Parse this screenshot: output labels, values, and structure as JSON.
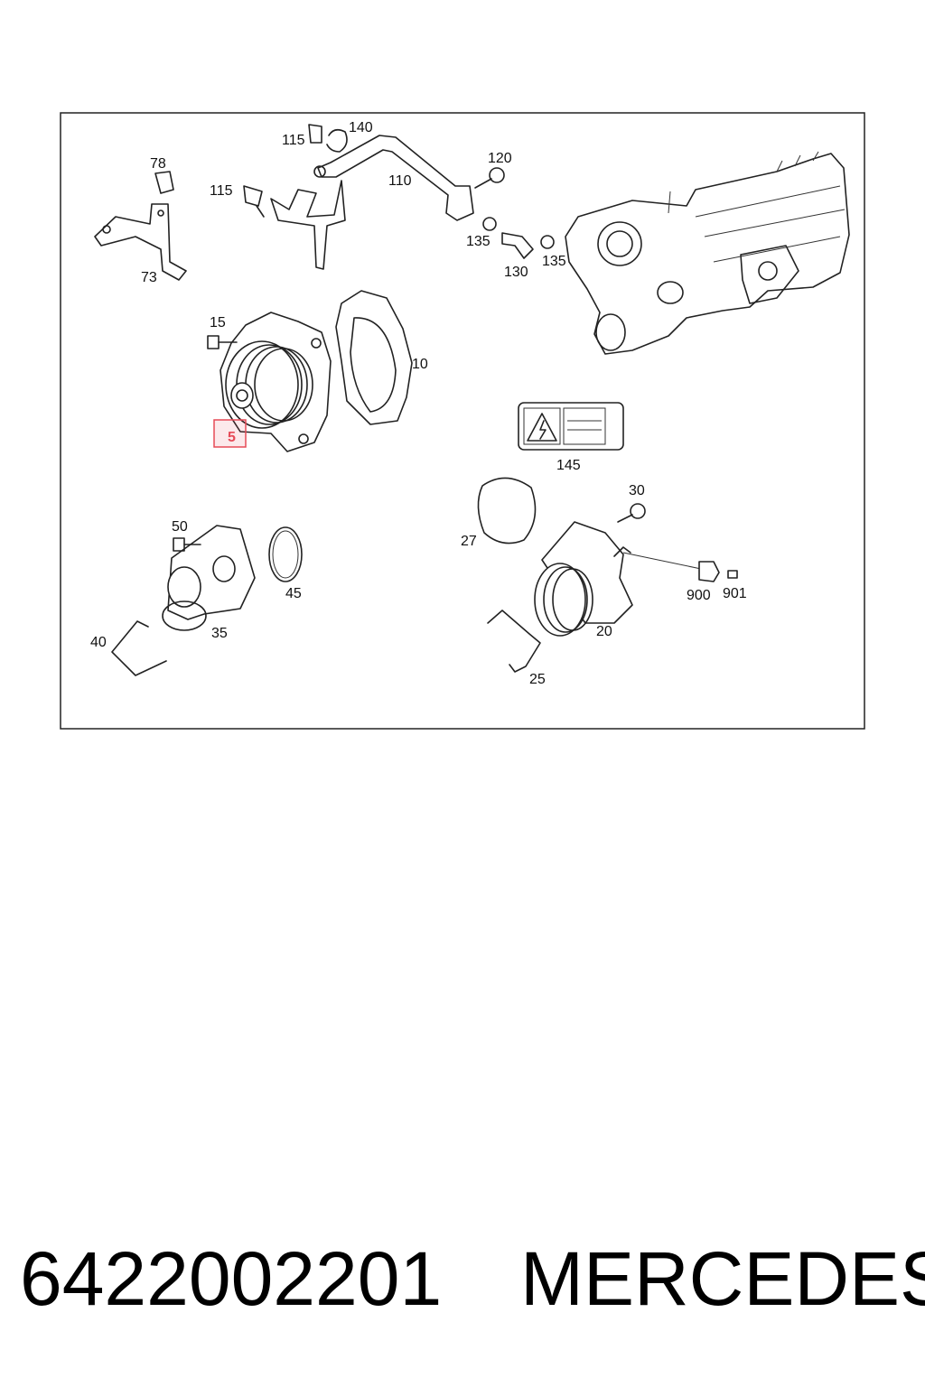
{
  "diagram": {
    "callouts": {
      "c115a": "115",
      "c140": "140",
      "c78": "78",
      "c115b": "115",
      "c110": "110",
      "c120": "120",
      "c135a": "135",
      "c130": "130",
      "c135b": "135",
      "c73": "73",
      "c15": "15",
      "c10": "10",
      "c5": "5",
      "c145": "145",
      "c30": "30",
      "c27": "27",
      "c50": "50",
      "c45": "45",
      "c900": "900",
      "c901": "901",
      "c40": "40",
      "c35": "35",
      "c20": "20",
      "c25": "25"
    },
    "highlighted_part": "5",
    "highlight_color": "#e64a57"
  },
  "footer": {
    "part_number": "6422002201",
    "brand": "MERCEDES"
  }
}
